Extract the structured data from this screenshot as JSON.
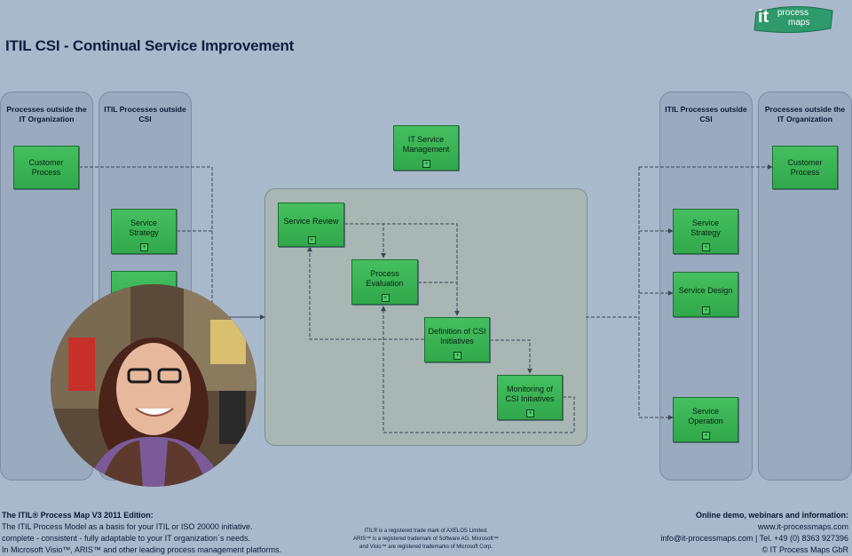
{
  "title": "ITIL CSI - Continual Service Improvement",
  "logo": {
    "it": "it",
    "text1": "process",
    "text2": "maps"
  },
  "lanes": {
    "left_outside": "Processes outside the IT Organization",
    "left_itil": "ITIL Processes outside CSI",
    "right_itil": "ITIL Processes outside CSI",
    "right_outside": "Processes outside the IT Organization"
  },
  "boxes": {
    "left_customer": "Customer Process",
    "left_strategy": "Service Strategy",
    "left_design_partial": "Se",
    "it_service_mgmt": "IT Service Management",
    "service_review": "Service Review",
    "process_evaluation": "Process Evaluation",
    "definition_csi": "Definition of CSI Initiatives",
    "monitoring_csi": "Monitoring of CSI Initiatives",
    "right_strategy": "Service Strategy",
    "right_design": "Service Design",
    "right_operation": "Service Operation",
    "right_customer": "Customer Process"
  },
  "plus_symbol": "+",
  "footer": {
    "left_heading": "The ITIL® Process Map V3 2011 Edition:",
    "left_line1": "The ITIL Process Model as a basis for your ITIL or ISO 20000 initiative.",
    "left_line2": "complete - consistent - fully adaptable to your IT organization`s needs.",
    "left_line3": "In Microsoft Visio™, ARIS™ and other leading process management platforms.",
    "mid_line1": "ITIL® is a registered trade mark of AXELOS Limited.",
    "mid_line2": "ARIS™ is a  registered trademark of Software AG. Microsoft™",
    "mid_line3": "and Visio™ are registered trademarks of Microsoft Corp.",
    "right_heading": "Online demo, webinars and information:",
    "right_line1": "www.it-processmaps.com",
    "right_line2": "info@it-processmaps.com | Tel. +49 (0) 8363 927396",
    "right_line3": "© IT Process Maps GbR"
  },
  "colors": {
    "background": "#a9b9cc",
    "process_green": "#3bb457",
    "title": "#0e1f3e"
  }
}
